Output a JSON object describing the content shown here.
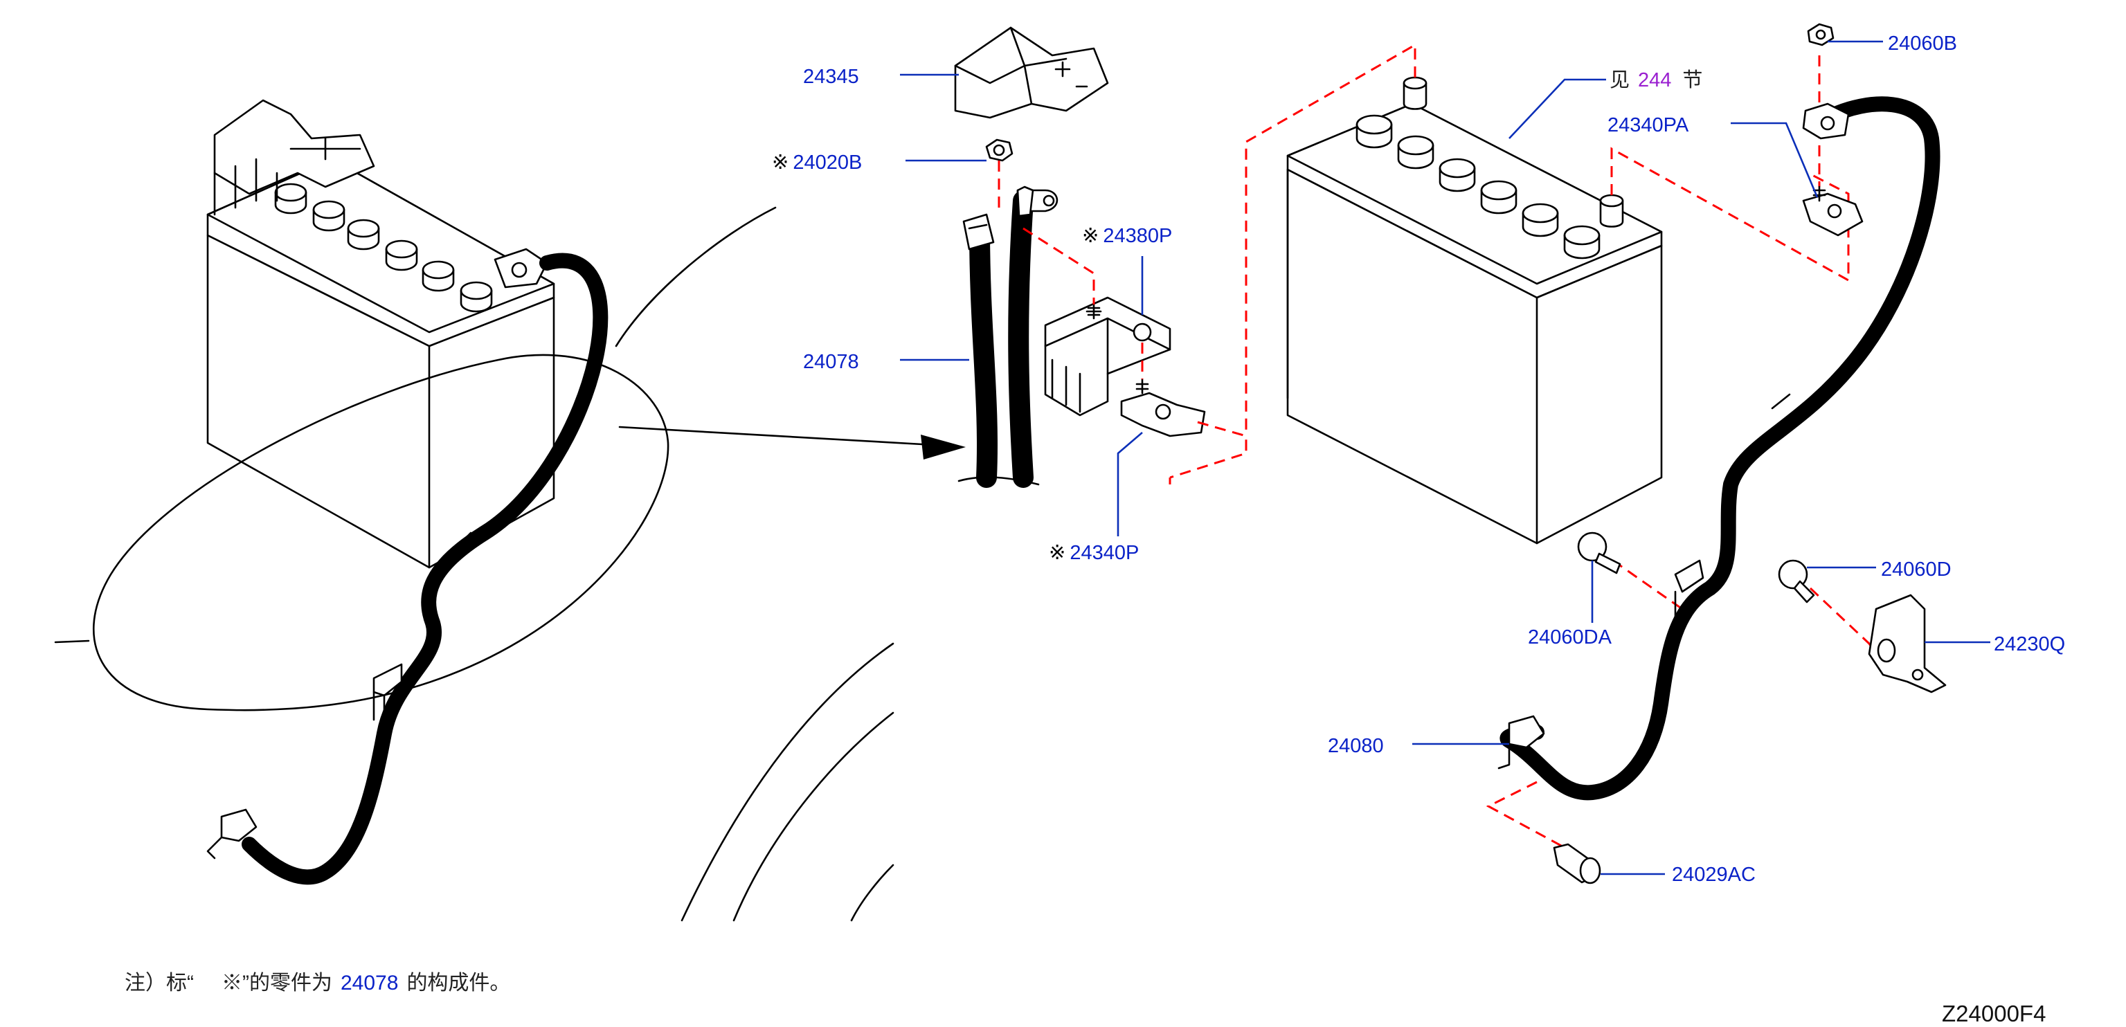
{
  "labels": {
    "p24345": "24345",
    "p24020B": "24020B",
    "p24380P": "24380P",
    "p24078": "24078",
    "p24340P": "24340P",
    "p24060B": "24060B",
    "p24340PA": "24340PA",
    "p24060DA": "24060DA",
    "p24060D": "24060D",
    "p24230Q": "24230Q",
    "p24080": "24080",
    "p24029AC": "24029AC",
    "star_marker": "※"
  },
  "see_section": {
    "prefix": "见",
    "number": "244",
    "suffix": "节"
  },
  "note": {
    "prefix": "注）标“",
    "marker": "※",
    "middle": "”的零件为",
    "part": "24078",
    "suffix": "的构成件。"
  },
  "figure_code": "Z24000F4",
  "colors": {
    "leader_blue": "#0b2fb8",
    "label_blue": "#0a22c8",
    "dash_red": "#ff0000",
    "section_purple": "#9a1fd0"
  }
}
